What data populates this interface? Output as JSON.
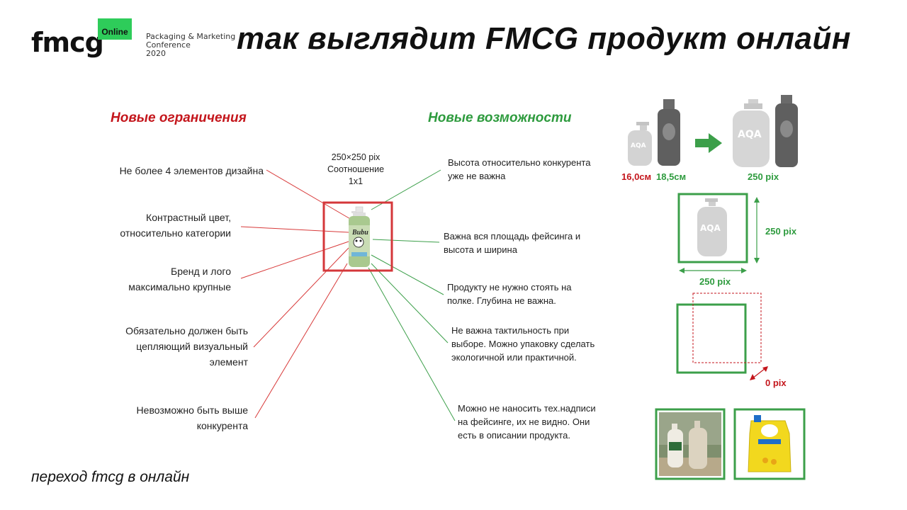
{
  "logo": {
    "wordmark": "fmcg",
    "badge": "Online",
    "conference": [
      "Packaging & Marketing",
      "Conference",
      "2020"
    ]
  },
  "title": "так выглядит FMCG продукт онлайн",
  "limits": {
    "heading": "Новые ограничения",
    "items": [
      [
        "Не более 4 элементов дизайна"
      ],
      [
        "Контрастный цвет,",
        "относительно категории"
      ],
      [
        "Бренд и лого",
        "максимально крупные"
      ],
      [
        "Обязательно должен быть",
        "цепляющий визуальный",
        "элемент"
      ],
      [
        "Невозможно быть выше",
        "конкурента"
      ]
    ]
  },
  "opportunities": {
    "heading": "Новые возможности",
    "items": [
      [
        "Высота относительно конкурента",
        "уже не важна"
      ],
      [
        "Важна вся площадь фейсинга и",
        "высота и ширина"
      ],
      [
        "Продукту не нужно стоять на",
        "полке. Глубина не важна."
      ],
      [
        "Не важна тактильность при",
        "выборе. Можно упаковку сделать",
        "экологичной или практичной."
      ],
      [
        "Можно не наносить тех.надписи",
        "на фейсинге, их не видно. Они",
        "есть в описании продукта."
      ]
    ]
  },
  "center_caption": [
    "250×250 pix",
    "Соотношение",
    "1x1"
  ],
  "product_brand": "Bubu",
  "measures": {
    "height_small": "16,0см",
    "height_large": "18,5см",
    "equal_size": "250 pix",
    "box_height": "250 pix",
    "box_width": "250 pix",
    "depth": "0 pix"
  },
  "footer": "переход fmcg в онлайн",
  "colors": {
    "red": "#c4161c",
    "green": "#2e9b3e",
    "logo_green": "#2ecc5a"
  }
}
